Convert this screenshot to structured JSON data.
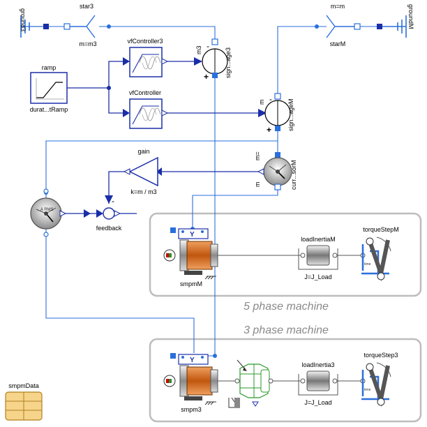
{
  "groups": {
    "five_phase": "5 phase machine",
    "three_phase": "3 phase machine"
  },
  "labels": {
    "ground3": "ground3",
    "star3": "star3",
    "star3_param": "m=m3",
    "starM": "starM",
    "starM_param": "m=m",
    "groundM": "groundM",
    "ramp": "ramp",
    "ramp_param": "durat...tRamp",
    "vfController3": "vfController3",
    "vfController": "vfController",
    "signalVoltage3": "sign...age3",
    "signalVoltage3_m": "m3",
    "signalVoltageM": "sign...ageM",
    "signalVoltageM_m": "m",
    "currentSensor": "curr...sorM",
    "currentSensor_m": "m",
    "currentSensor_m2": "m=",
    "gain": "gain",
    "gain_param": "k=m / m3",
    "feedback": "feedback",
    "rms_text": "A RMS",
    "smpmM": "smpmM",
    "smpm3": "smpm3",
    "loadInertiaM": "loadInertiaM",
    "loadInertiaM_param": "J=J_Load",
    "loadInertia3": "loadInertia3",
    "loadInertia3_param": "J=J_Load",
    "torqueStepM": "torqueStepM",
    "torqueStep3": "torqueStep3",
    "time_label": "time",
    "smpmData": "smpmData",
    "plus": "+",
    "minus": "-"
  },
  "colors": {
    "real_signal": "#1a2ea8",
    "electric": "#2a6fdc",
    "mechanical": "#555555",
    "group_border": "#bdbdbd",
    "group_title": "#8a8a8a",
    "motor_orange": "#d2691e",
    "data_fill": "#f6d48a"
  }
}
